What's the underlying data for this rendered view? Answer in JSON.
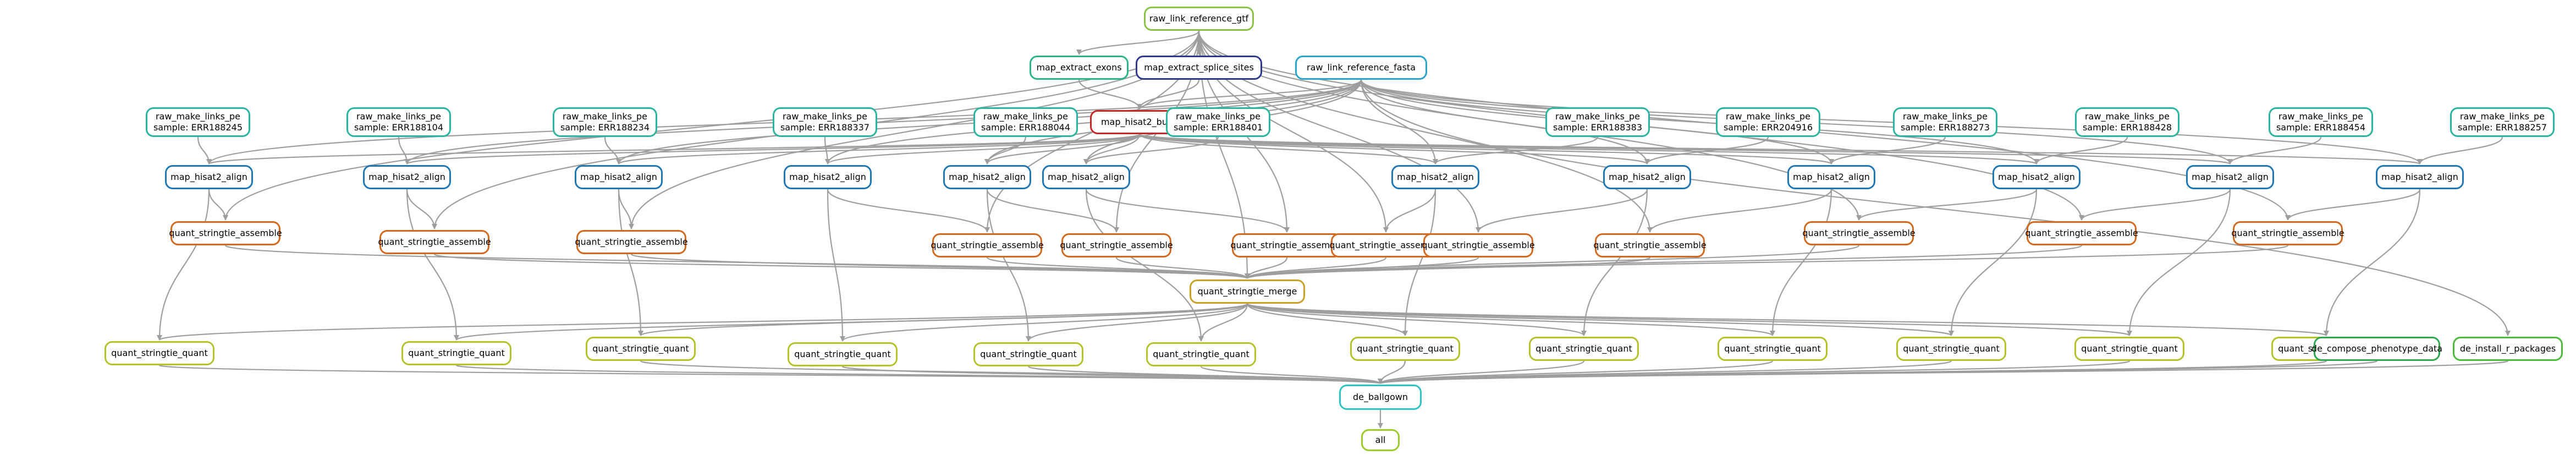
{
  "diagram": {
    "labels": {
      "raw_link_reference_gtf": "raw_link_reference_gtf",
      "raw_link_reference_fasta": "raw_link_reference_fasta",
      "map_extract_exons": "map_extract_exons",
      "map_extract_splice_sites": "map_extract_splice_sites",
      "map_hisat2_build": "map_hisat2_build",
      "map_hisat2_align": "map_hisat2_align",
      "quant_stringtie_assemble": "quant_stringtie_assemble",
      "quant_stringtie_merge": "quant_stringtie_merge",
      "quant_stringtie_quant": "quant_stringtie_quant",
      "de_ballgown": "de_ballgown",
      "de_compose_phenotype_data": "de_compose_phenotype_data",
      "de_install_r_packages": "de_install_r_packages",
      "all": "all",
      "raw_make_links_pe": "raw_make_links_pe"
    },
    "samples": [
      "ERR188245",
      "ERR188104",
      "ERR188234",
      "ERR188337",
      "ERR188044",
      "ERR188401",
      "ERR188383",
      "ERR204916",
      "ERR188273",
      "ERR188428",
      "ERR188454",
      "ERR188257"
    ],
    "sample_prefix": "sample: ",
    "colors": {
      "gtf": "#8bc34a",
      "fasta": "#29a6c9",
      "exons": "#2db58a",
      "splice": "#2f3a8c",
      "build": "#c62828",
      "align": "#1f77b4",
      "assemble": "#d2691e",
      "merge": "#c9a227",
      "quant": "#b5c22a",
      "links": "#29b5a0",
      "ballgown": "#2ec4c4",
      "phenotype": "#2ea84f",
      "rpkg": "#4cbb3c",
      "all": "#9ccc2a",
      "edge": "#9e9e9e"
    }
  }
}
